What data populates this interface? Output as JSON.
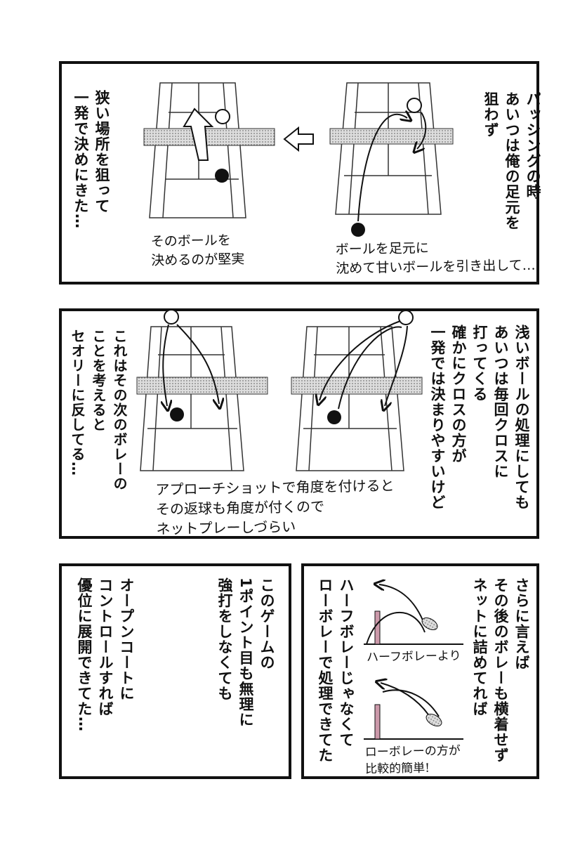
{
  "panels": [
    {
      "narration_right": "パッシングの時\nあいつは俺の足元を\n狙わず",
      "narration_left": "狭い場所を狙って\n一発で決めにきた…",
      "caption_left": "そのボールを\n決めるのが堅実",
      "caption_right": "ボールを足元に\n沈めて甘いボールを引き出して…"
    },
    {
      "narration_right": "浅いボールの処理にしても\nあいつは毎回クロスに\n打ってくる\n確かにクロスの方が\n一発では決まりやすいけど",
      "narration_left": "これはその次のボレーの\nことを考えると\nセオリーに反してる…",
      "caption": "アプローチショットで角度を付けると\nその返球も角度が付くので\nネットプレーしづらい"
    },
    {
      "narration_right": "このゲームの\n1ポイント目も無理に\n強打をしなくても",
      "narration_left": "オープンコートに\nコントロールすれば\n優位に展開できてた…"
    },
    {
      "narration_right": "さらに言えば\nその後のボレーも横着せず\nネットに詰めてれば",
      "narration_left": "ハーフボレーじゃなくて\nローボレーで処理できてた",
      "caption_top": "ハーフボレーより",
      "caption_bottom": "ローボレーの方が\n比較的簡単!"
    }
  ]
}
